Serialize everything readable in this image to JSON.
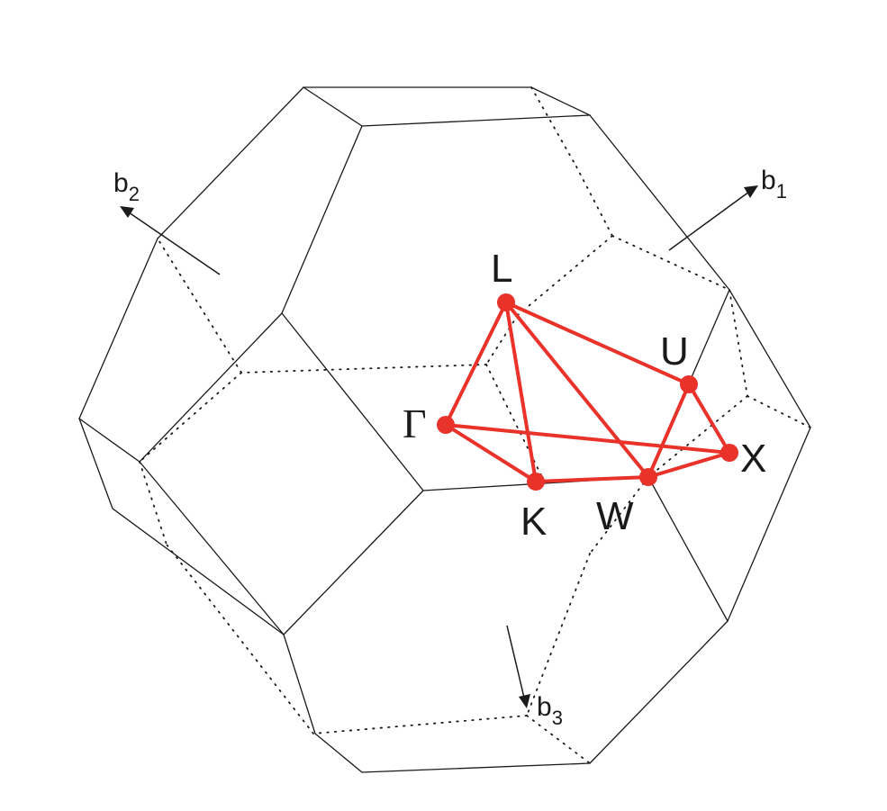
{
  "figure": {
    "reciprocal_vectors": [
      {
        "id": "b1",
        "base": "b",
        "sub": "1"
      },
      {
        "id": "b2",
        "base": "b",
        "sub": "2"
      },
      {
        "id": "b3",
        "base": "b",
        "sub": "3"
      }
    ],
    "high_symmetry_points": [
      {
        "id": "L",
        "label": "L"
      },
      {
        "id": "U",
        "label": "U"
      },
      {
        "id": "Gamma",
        "label": "Γ"
      },
      {
        "id": "X",
        "label": "X"
      },
      {
        "id": "K",
        "label": "K"
      },
      {
        "id": "W",
        "label": "W"
      }
    ],
    "colors": {
      "path": "#e8322a",
      "edges": "#1a1a1a",
      "background": "#ffffff"
    }
  }
}
